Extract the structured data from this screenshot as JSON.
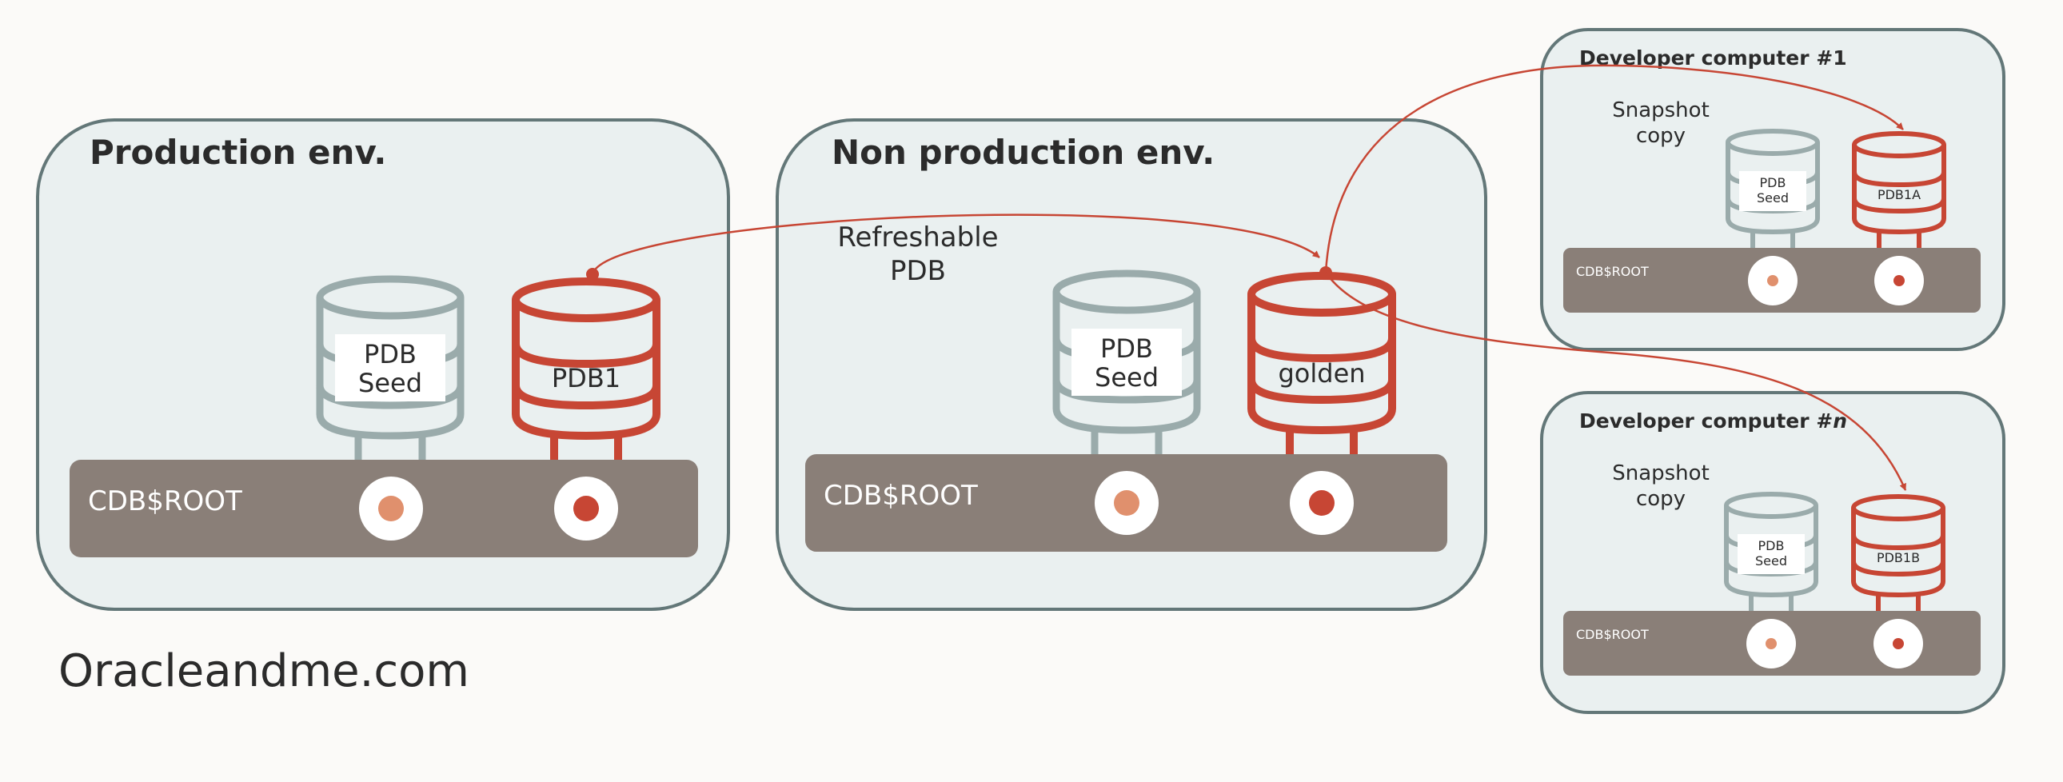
{
  "environments": {
    "production": {
      "title": "Production env.",
      "root_label": "CDB$ROOT",
      "seed_line1": "PDB",
      "seed_line2": "Seed",
      "pdb_label": "PDB1"
    },
    "nonprod": {
      "title": "Non production env.",
      "root_label": "CDB$ROOT",
      "seed_line1": "PDB",
      "seed_line2": "Seed",
      "pdb_label": "golden",
      "note_line1": "Refreshable",
      "note_line2": "PDB"
    },
    "dev1": {
      "title": "Developer computer #1",
      "root_label": "CDB$ROOT",
      "seed_line1": "PDB",
      "seed_line2": "Seed",
      "pdb_label": "PDB1A",
      "note_line1": "Snapshot",
      "note_line2": "copy"
    },
    "devn": {
      "title_prefix": "Developer computer #",
      "title_suffix": "n",
      "root_label": "CDB$ROOT",
      "seed_line1": "PDB",
      "seed_line2": "Seed",
      "pdb_label": "PDB1B",
      "note_line1": "Snapshot",
      "note_line2": "copy"
    }
  },
  "footer": {
    "site": "Oracleandme.com"
  },
  "colors": {
    "panel_fill": "#eaf0f0",
    "panel_stroke": "#637778",
    "root_bar": "#8a7f78",
    "seed_db": "#9aabab",
    "pdb_db": "#c74634",
    "seed_dot": "#e0906d",
    "pdb_dot": "#c74634",
    "arrow": "#c74634"
  }
}
